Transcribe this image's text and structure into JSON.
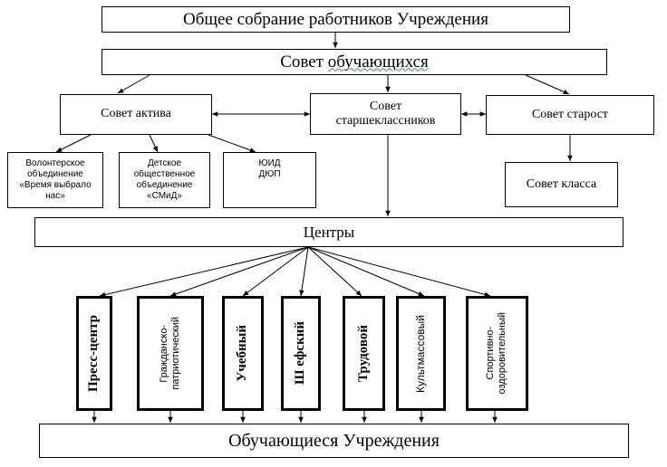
{
  "diagram": {
    "general_meeting": "Общее собрание работников Учреждения",
    "student_council": {
      "prefix": "Совет ",
      "underlined": "обучающихся"
    },
    "activist_council": "Совет актива",
    "senior_council": "Совет\nстаршеклассников",
    "headmen_council": "Совет старост",
    "volunteer_assoc": "Волонтерское\nобъединение\n«Время выбрало\nнас»",
    "children_assoc": "Детское\nобщественное\nобъединение\n«СМиД»",
    "yuid_dyup": "ЮИД\nДЮП",
    "class_council": "Совет класса",
    "centers": "Центры",
    "center_items": [
      {
        "label": "Пресс-центр",
        "style": "bold"
      },
      {
        "label": "Гражданско-\nпатриотический",
        "style": "small"
      },
      {
        "label": "Учебный",
        "style": "bold"
      },
      {
        "label": "Ш ефский",
        "style": "bold"
      },
      {
        "label": "Трудовой",
        "style": "bold"
      },
      {
        "label": "Культмассовый",
        "style": "small"
      },
      {
        "label": "Спортивно-\nоздоровительный",
        "style": "small"
      }
    ],
    "students": "Обучающиеся Учреждения"
  }
}
